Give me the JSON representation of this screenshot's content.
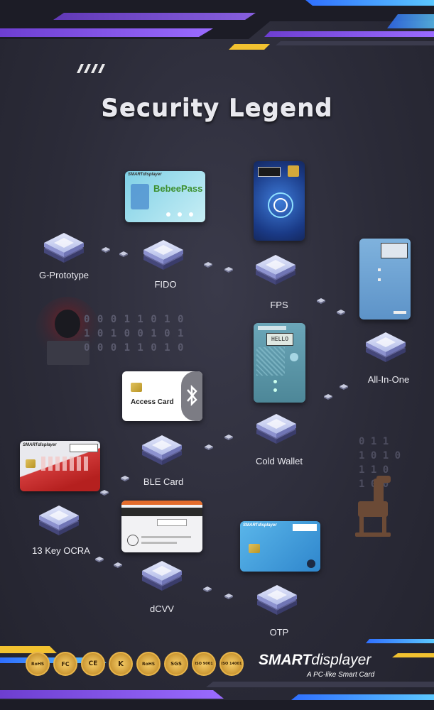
{
  "title": "Security Legend",
  "items": [
    {
      "id": "g-prototype",
      "label": "G-Prototype"
    },
    {
      "id": "fido",
      "label": "FIDO"
    },
    {
      "id": "fps",
      "label": "FPS"
    },
    {
      "id": "all-in-one",
      "label": "All-In-One"
    },
    {
      "id": "cold-wallet",
      "label": "Cold Wallet"
    },
    {
      "id": "ble-card",
      "label": "BLE Card"
    },
    {
      "id": "ocra",
      "label": "13 Key OCRA"
    },
    {
      "id": "dcvv",
      "label": "dCVV"
    },
    {
      "id": "otp",
      "label": "OTP"
    }
  ],
  "cards": {
    "fido": {
      "brand": "SMARTdisplayer",
      "product": "BebeePass"
    },
    "ble": {
      "text": "Access Card"
    },
    "cold": {
      "screen": "HELLO"
    },
    "ocra": {
      "brand": "SMARTdisplayer"
    },
    "otp": {
      "brand": "SMARTdisplayer"
    }
  },
  "binary": {
    "left": [
      "0 0 0 1 1 0 1 0",
      "1 0 1 0 0 1 0 1",
      "0 0 0 1 1 0 1 0"
    ],
    "right": [
      "0 1 1",
      "1 0 1 0",
      "1 1 0",
      "1 0 0"
    ]
  },
  "footer": {
    "brand_bold": "SMART",
    "brand_light": "displayer",
    "tagline": "A PC-like Smart Card",
    "badges": [
      "RoHS",
      "FC",
      "CE",
      "K",
      "RoHS",
      "SGS",
      "ISO 9001",
      "ISO 14001"
    ]
  },
  "colors": {
    "accent_purple": "#7b4dd6",
    "accent_blue": "#3fa3ff",
    "accent_yellow": "#f2c230",
    "node_top": "#cfd6f2",
    "node_side": "#7a7fc0"
  }
}
